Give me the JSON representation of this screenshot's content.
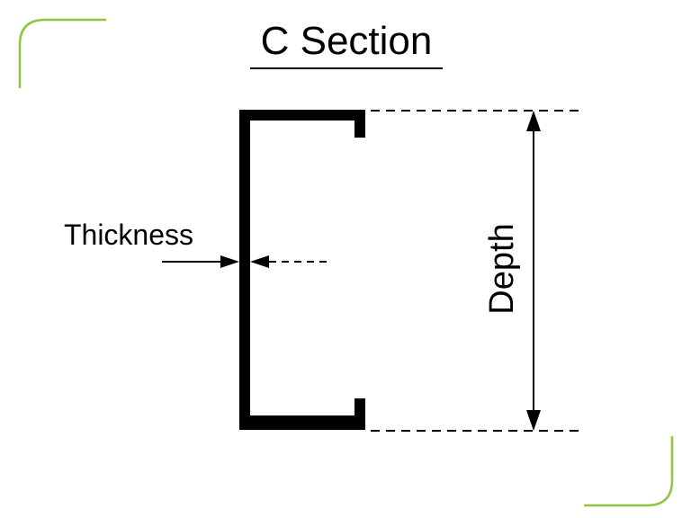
{
  "slide": {
    "title": "C Section",
    "background": "#ffffff",
    "accent_color": "#8dc63f"
  },
  "diagram": {
    "shape_color": "#000000",
    "labels": {
      "thickness": "Thickness",
      "depth": "Depth"
    }
  }
}
